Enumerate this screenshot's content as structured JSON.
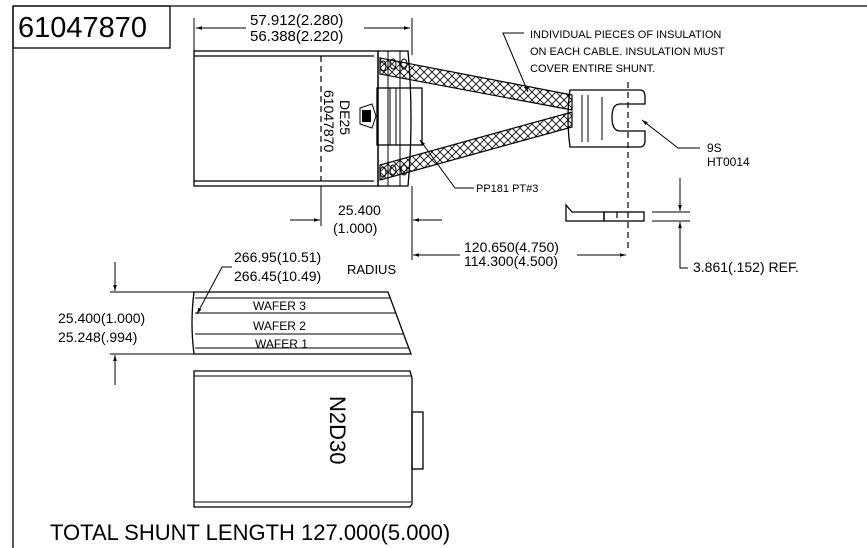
{
  "title_block": {
    "part_number": "61047870"
  },
  "top_view": {
    "overall_length_max": "57.912(2.280)",
    "overall_length_min": "56.388(2.220)",
    "brush_marking_grade": "DE25",
    "brush_marking_part": "61047870",
    "insulation_note_line1": "INDIVIDUAL PIECES OF INSULATION",
    "insulation_note_line2": "ON EACH CABLE. INSULATION MUST",
    "insulation_note_line3": "COVER ENTIRE SHUNT.",
    "terminal_callout_line1": "9S",
    "terminal_callout_line2": "HT0014",
    "shunt_callout": "PP181  PT#3",
    "width_dim_line1": "25.400",
    "width_dim_line2": "(1.000)",
    "shunt_length_max": "120.650(4.750)",
    "shunt_length_min": "114.300(4.500)",
    "terminal_thickness": "3.861(.152)  REF."
  },
  "side_view": {
    "radius_max": "266.95(10.51)",
    "radius_min": "266.45(10.49)",
    "radius_label": "RADIUS",
    "height_max": "25.400(1.000)",
    "height_min": "25.248(.994)",
    "wafers": [
      "WAFER  3",
      "WAFER  2",
      "WAFER  1"
    ]
  },
  "bottom_view": {
    "marking": "N2D30"
  },
  "footer_note": "TOTAL SHUNT LENGTH 127.000(5.000)",
  "colors": {
    "line": "#000000",
    "background": "#ffffff"
  }
}
